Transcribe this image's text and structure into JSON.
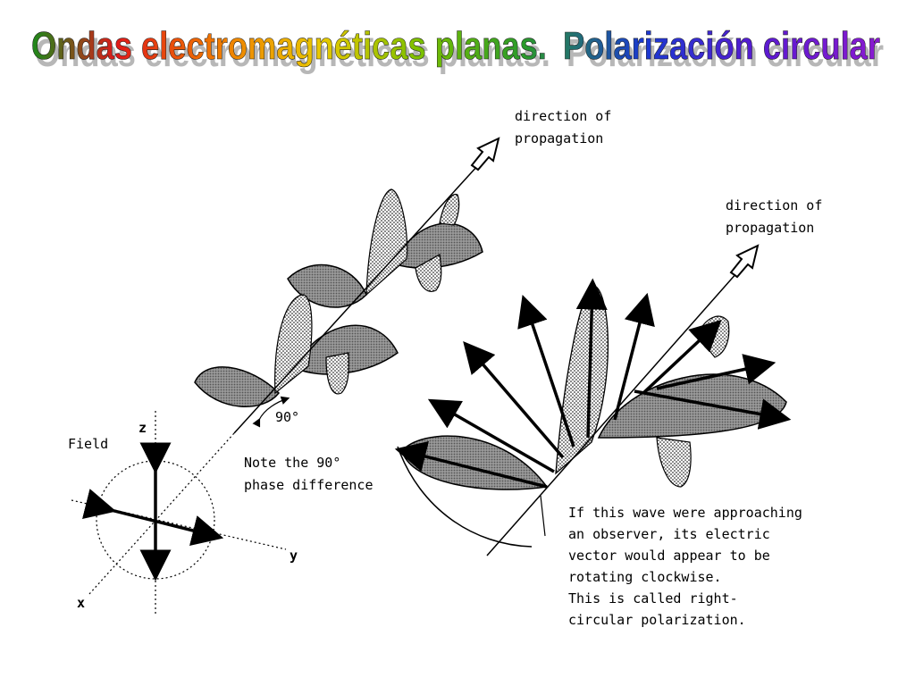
{
  "title": {
    "part1": "Ondas electromagnéticas planas.",
    "part2": "Polarización circular",
    "colors": [
      "#1a7a1a",
      "#2a9a1a",
      "#e01a1a",
      "#f07a00",
      "#d4c000",
      "#7ac000",
      "#2a8a2a",
      "#1a3ad0",
      "#7a1ad0"
    ]
  },
  "labels": {
    "propagation_left_line1": "direction of",
    "propagation_left_line2": "propagation",
    "propagation_right_line1": "direction of",
    "propagation_right_line2": "propagation",
    "phase_angle": "90°",
    "note_line1": "Note the 90°",
    "note_line2": "phase difference",
    "field": "Field",
    "axis_z": "z",
    "axis_y": "y",
    "axis_x": "x",
    "explanation": [
      "If this wave were approaching",
      "an observer, its electric",
      "vector would appear to be",
      "rotating clockwise.",
      "This is called right-",
      "circular polarization."
    ]
  }
}
